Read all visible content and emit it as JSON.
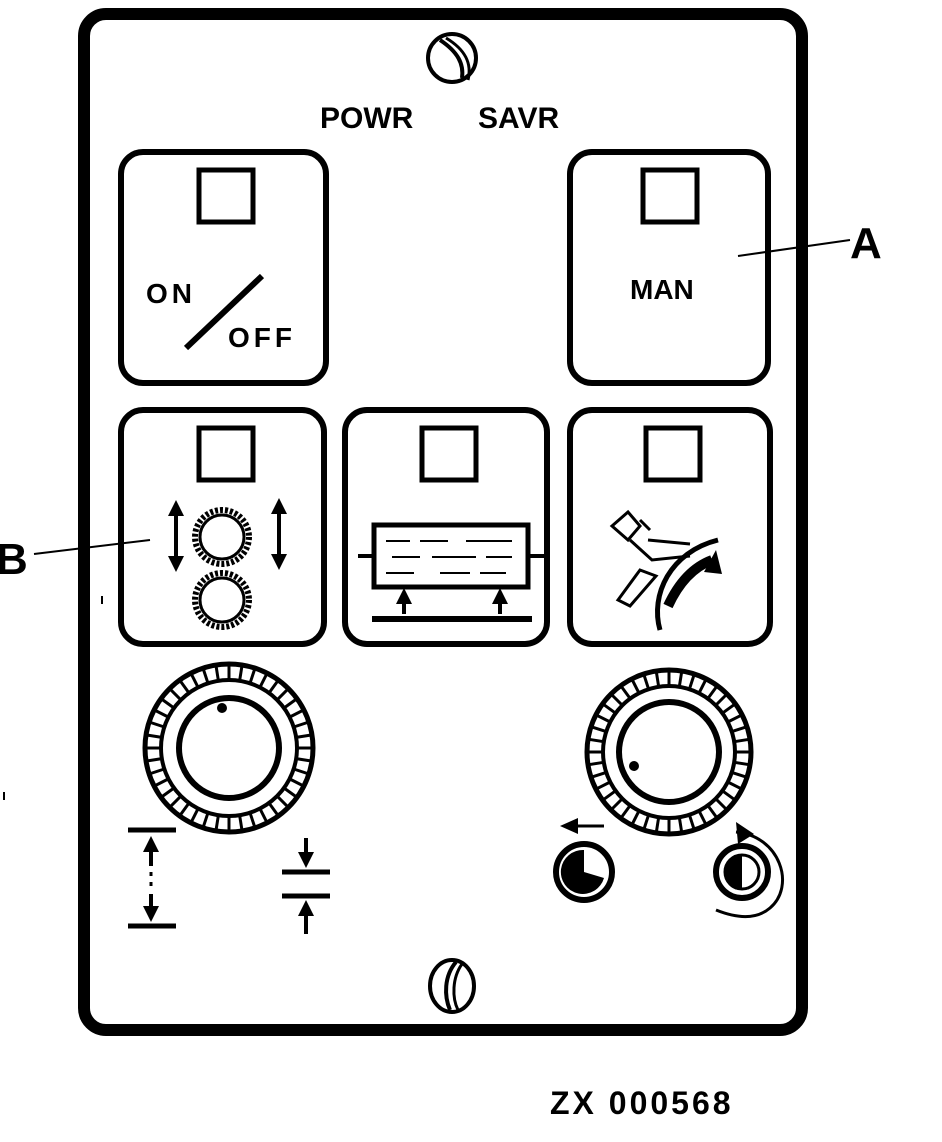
{
  "panel": {
    "title_left": "POWR",
    "title_right": "SAVR"
  },
  "buttons": {
    "on_off": {
      "on_label": "ON",
      "off_label": "OFF"
    },
    "man": {
      "label": "MAN"
    }
  },
  "callouts": {
    "a": "A",
    "b": "B"
  },
  "reference": "ZX 000568",
  "colors": {
    "ink": "#000000",
    "paper": "#ffffff"
  }
}
